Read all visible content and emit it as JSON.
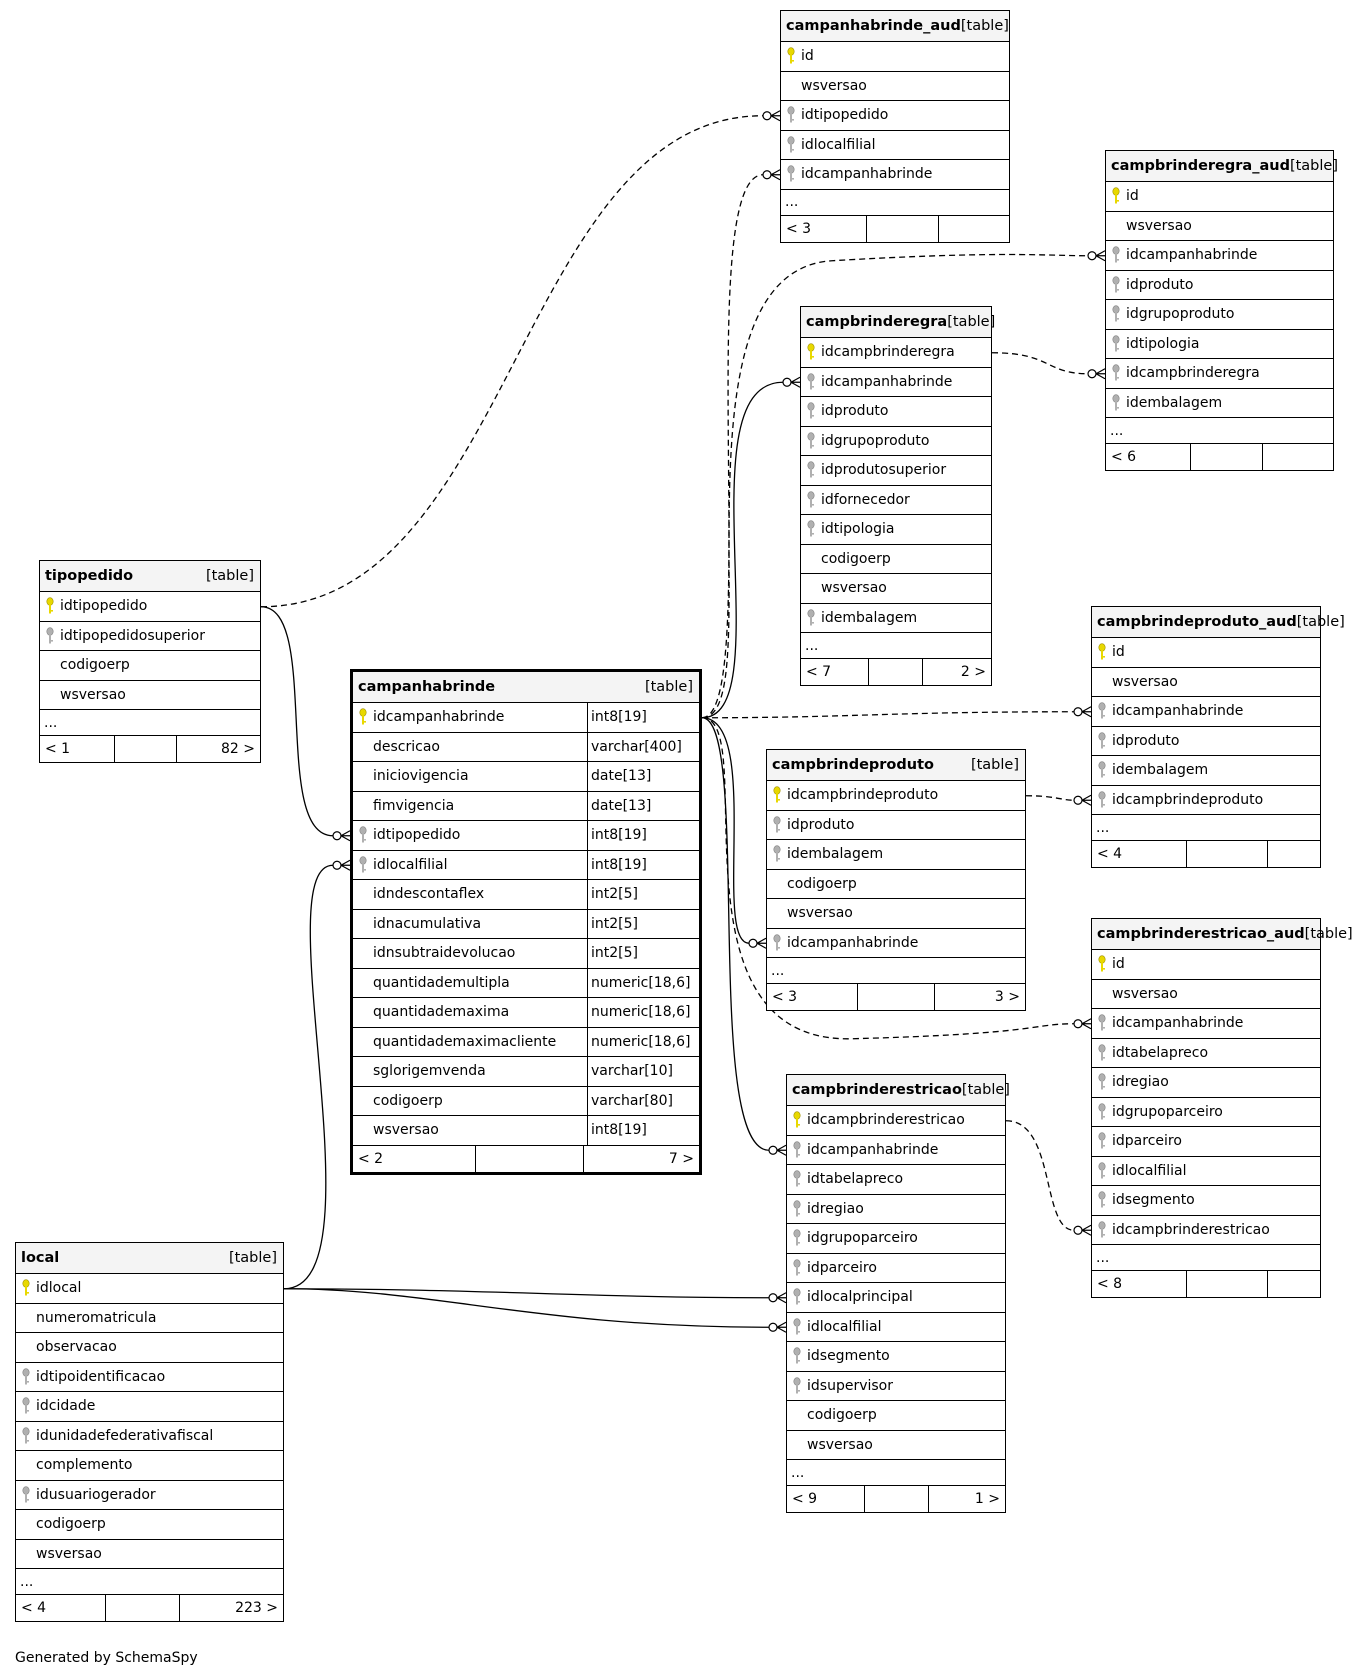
{
  "generated_by": "Generated by SchemaSpy",
  "tables": {
    "campanhabrinde_aud": {
      "name": "campanhabrinde_aud",
      "type": "[table]",
      "columns": [
        {
          "name": "id",
          "key": "pk"
        },
        {
          "name": "wsversao",
          "key": ""
        },
        {
          "name": "idtipopedido",
          "key": "fk"
        },
        {
          "name": "idlocalfilial",
          "key": "fk"
        },
        {
          "name": "idcampanhabrinde",
          "key": "fk"
        }
      ],
      "more": "...",
      "footer": [
        "< 3",
        "",
        ""
      ]
    },
    "campbrinderegra_aud": {
      "name": "campbrinderegra_aud",
      "type": "[table]",
      "columns": [
        {
          "name": "id",
          "key": "pk"
        },
        {
          "name": "wsversao",
          "key": ""
        },
        {
          "name": "idcampanhabrinde",
          "key": "fk"
        },
        {
          "name": "idproduto",
          "key": "fk"
        },
        {
          "name": "idgrupoproduto",
          "key": "fk"
        },
        {
          "name": "idtipologia",
          "key": "fk"
        },
        {
          "name": "idcampbrinderegra",
          "key": "fk"
        },
        {
          "name": "idembalagem",
          "key": "fk"
        }
      ],
      "more": "...",
      "footer": [
        "< 6",
        "",
        ""
      ]
    },
    "campbrinderegra": {
      "name": "campbrinderegra",
      "type": "[table]",
      "columns": [
        {
          "name": "idcampbrinderegra",
          "key": "pk"
        },
        {
          "name": "idcampanhabrinde",
          "key": "fk"
        },
        {
          "name": "idproduto",
          "key": "fk"
        },
        {
          "name": "idgrupoproduto",
          "key": "fk"
        },
        {
          "name": "idprodutosuperior",
          "key": "fk"
        },
        {
          "name": "idfornecedor",
          "key": "fk"
        },
        {
          "name": "idtipologia",
          "key": "fk"
        },
        {
          "name": "codigoerp",
          "key": ""
        },
        {
          "name": "wsversao",
          "key": ""
        },
        {
          "name": "idembalagem",
          "key": "fk"
        }
      ],
      "more": "...",
      "footer": [
        "< 7",
        "",
        "2 >"
      ]
    },
    "tipopedido": {
      "name": "tipopedido",
      "type": "[table]",
      "columns": [
        {
          "name": "idtipopedido",
          "key": "pk"
        },
        {
          "name": "idtipopedidosuperior",
          "key": "fk"
        },
        {
          "name": "codigoerp",
          "key": ""
        },
        {
          "name": "wsversao",
          "key": ""
        }
      ],
      "more": "...",
      "footer": [
        "< 1",
        "",
        "82 >"
      ]
    },
    "campanhabrinde": {
      "name": "campanhabrinde",
      "type": "[table]",
      "columns": [
        {
          "name": "idcampanhabrinde",
          "key": "pk",
          "type": "int8[19]"
        },
        {
          "name": "descricao",
          "key": "",
          "type": "varchar[400]"
        },
        {
          "name": "iniciovigencia",
          "key": "",
          "type": "date[13]"
        },
        {
          "name": "fimvigencia",
          "key": "",
          "type": "date[13]"
        },
        {
          "name": "idtipopedido",
          "key": "fk",
          "type": "int8[19]"
        },
        {
          "name": "idlocalfilial",
          "key": "fk",
          "type": "int8[19]"
        },
        {
          "name": "idndescontaflex",
          "key": "",
          "type": "int2[5]"
        },
        {
          "name": "idnacumulativa",
          "key": "",
          "type": "int2[5]"
        },
        {
          "name": "idnsubtraidevolucao",
          "key": "",
          "type": "int2[5]"
        },
        {
          "name": "quantidademultipla",
          "key": "",
          "type": "numeric[18,6]"
        },
        {
          "name": "quantidademaxima",
          "key": "",
          "type": "numeric[18,6]"
        },
        {
          "name": "quantidademaximacliente",
          "key": "",
          "type": "numeric[18,6]"
        },
        {
          "name": "sglorigemvenda",
          "key": "",
          "type": "varchar[10]"
        },
        {
          "name": "codigoerp",
          "key": "",
          "type": "varchar[80]"
        },
        {
          "name": "wsversao",
          "key": "",
          "type": "int8[19]"
        }
      ],
      "footer": [
        "< 2",
        "",
        "7 >"
      ]
    },
    "campbrindeproduto_aud": {
      "name": "campbrindeproduto_aud",
      "type": "[table]",
      "columns": [
        {
          "name": "id",
          "key": "pk"
        },
        {
          "name": "wsversao",
          "key": ""
        },
        {
          "name": "idcampanhabrinde",
          "key": "fk"
        },
        {
          "name": "idproduto",
          "key": "fk"
        },
        {
          "name": "idembalagem",
          "key": "fk"
        },
        {
          "name": "idcampbrindeproduto",
          "key": "fk"
        }
      ],
      "more": "...",
      "footer": [
        "< 4",
        "",
        ""
      ]
    },
    "campbrindeproduto": {
      "name": "campbrindeproduto",
      "type": "[table]",
      "columns": [
        {
          "name": "idcampbrindeproduto",
          "key": "pk"
        },
        {
          "name": "idproduto",
          "key": "fk"
        },
        {
          "name": "idembalagem",
          "key": "fk"
        },
        {
          "name": "codigoerp",
          "key": ""
        },
        {
          "name": "wsversao",
          "key": ""
        },
        {
          "name": "idcampanhabrinde",
          "key": "fk"
        }
      ],
      "more": "...",
      "footer": [
        "< 3",
        "",
        "3 >"
      ]
    },
    "campbrinderestricao_aud": {
      "name": "campbrinderestricao_aud",
      "type": "[table]",
      "columns": [
        {
          "name": "id",
          "key": "pk"
        },
        {
          "name": "wsversao",
          "key": ""
        },
        {
          "name": "idcampanhabrinde",
          "key": "fk"
        },
        {
          "name": "idtabelapreco",
          "key": "fk"
        },
        {
          "name": "idregiao",
          "key": "fk"
        },
        {
          "name": "idgrupoparceiro",
          "key": "fk"
        },
        {
          "name": "idparceiro",
          "key": "fk"
        },
        {
          "name": "idlocalfilial",
          "key": "fk"
        },
        {
          "name": "idsegmento",
          "key": "fk"
        },
        {
          "name": "idcampbrinderestricao",
          "key": "fk"
        }
      ],
      "more": "...",
      "footer": [
        "< 8",
        "",
        ""
      ]
    },
    "campbrinderestricao": {
      "name": "campbrinderestricao",
      "type": "[table]",
      "columns": [
        {
          "name": "idcampbrinderestricao",
          "key": "pk"
        },
        {
          "name": "idcampanhabrinde",
          "key": "fk"
        },
        {
          "name": "idtabelapreco",
          "key": "fk"
        },
        {
          "name": "idregiao",
          "key": "fk"
        },
        {
          "name": "idgrupoparceiro",
          "key": "fk"
        },
        {
          "name": "idparceiro",
          "key": "fk"
        },
        {
          "name": "idlocalprincipal",
          "key": "fk"
        },
        {
          "name": "idlocalfilial",
          "key": "fk"
        },
        {
          "name": "idsegmento",
          "key": "fk"
        },
        {
          "name": "idsupervisor",
          "key": "fk"
        },
        {
          "name": "codigoerp",
          "key": ""
        },
        {
          "name": "wsversao",
          "key": ""
        }
      ],
      "more": "...",
      "footer": [
        "< 9",
        "",
        "1 >"
      ]
    },
    "local": {
      "name": "local",
      "type": "[table]",
      "columns": [
        {
          "name": "idlocal",
          "key": "pk"
        },
        {
          "name": "numeromatricula",
          "key": ""
        },
        {
          "name": "observacao",
          "key": ""
        },
        {
          "name": "idtipoidentificacao",
          "key": "fk"
        },
        {
          "name": "idcidade",
          "key": "fk"
        },
        {
          "name": "idunidadefederativafiscal",
          "key": "fk"
        },
        {
          "name": "complemento",
          "key": ""
        },
        {
          "name": "idusuariogerador",
          "key": "fk"
        },
        {
          "name": "codigoerp",
          "key": ""
        },
        {
          "name": "wsversao",
          "key": ""
        }
      ],
      "more": "...",
      "footer": [
        "< 4",
        "",
        "223 >"
      ]
    }
  },
  "colors": {
    "pk_key": "#e8d800",
    "fk_key": "#b0b0b0",
    "header_bg": "#f4f4f4",
    "line": "#000000"
  }
}
